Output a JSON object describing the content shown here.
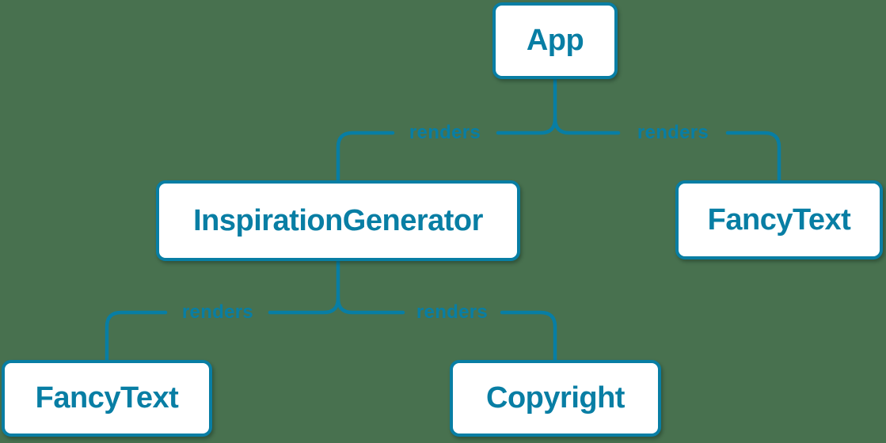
{
  "page": {
    "background_color": "#48714F",
    "accent_color": "#087EA4",
    "node_fill_color": "#FFFFFF"
  },
  "diagram": {
    "type": "component-tree",
    "nodes": [
      {
        "id": "app",
        "label": "App"
      },
      {
        "id": "inspiration-generator",
        "label": "InspirationGenerator"
      },
      {
        "id": "fancy-text-top",
        "label": "FancyText"
      },
      {
        "id": "fancy-text-bottom",
        "label": "FancyText"
      },
      {
        "id": "copyright",
        "label": "Copyright"
      }
    ],
    "edges": [
      {
        "from": "App",
        "to": "InspirationGenerator",
        "label": "renders"
      },
      {
        "from": "App",
        "to": "FancyText",
        "label": "renders"
      },
      {
        "from": "InspirationGenerator",
        "to": "FancyText",
        "label": "renders"
      },
      {
        "from": "InspirationGenerator",
        "to": "Copyright",
        "label": "renders"
      }
    ]
  }
}
